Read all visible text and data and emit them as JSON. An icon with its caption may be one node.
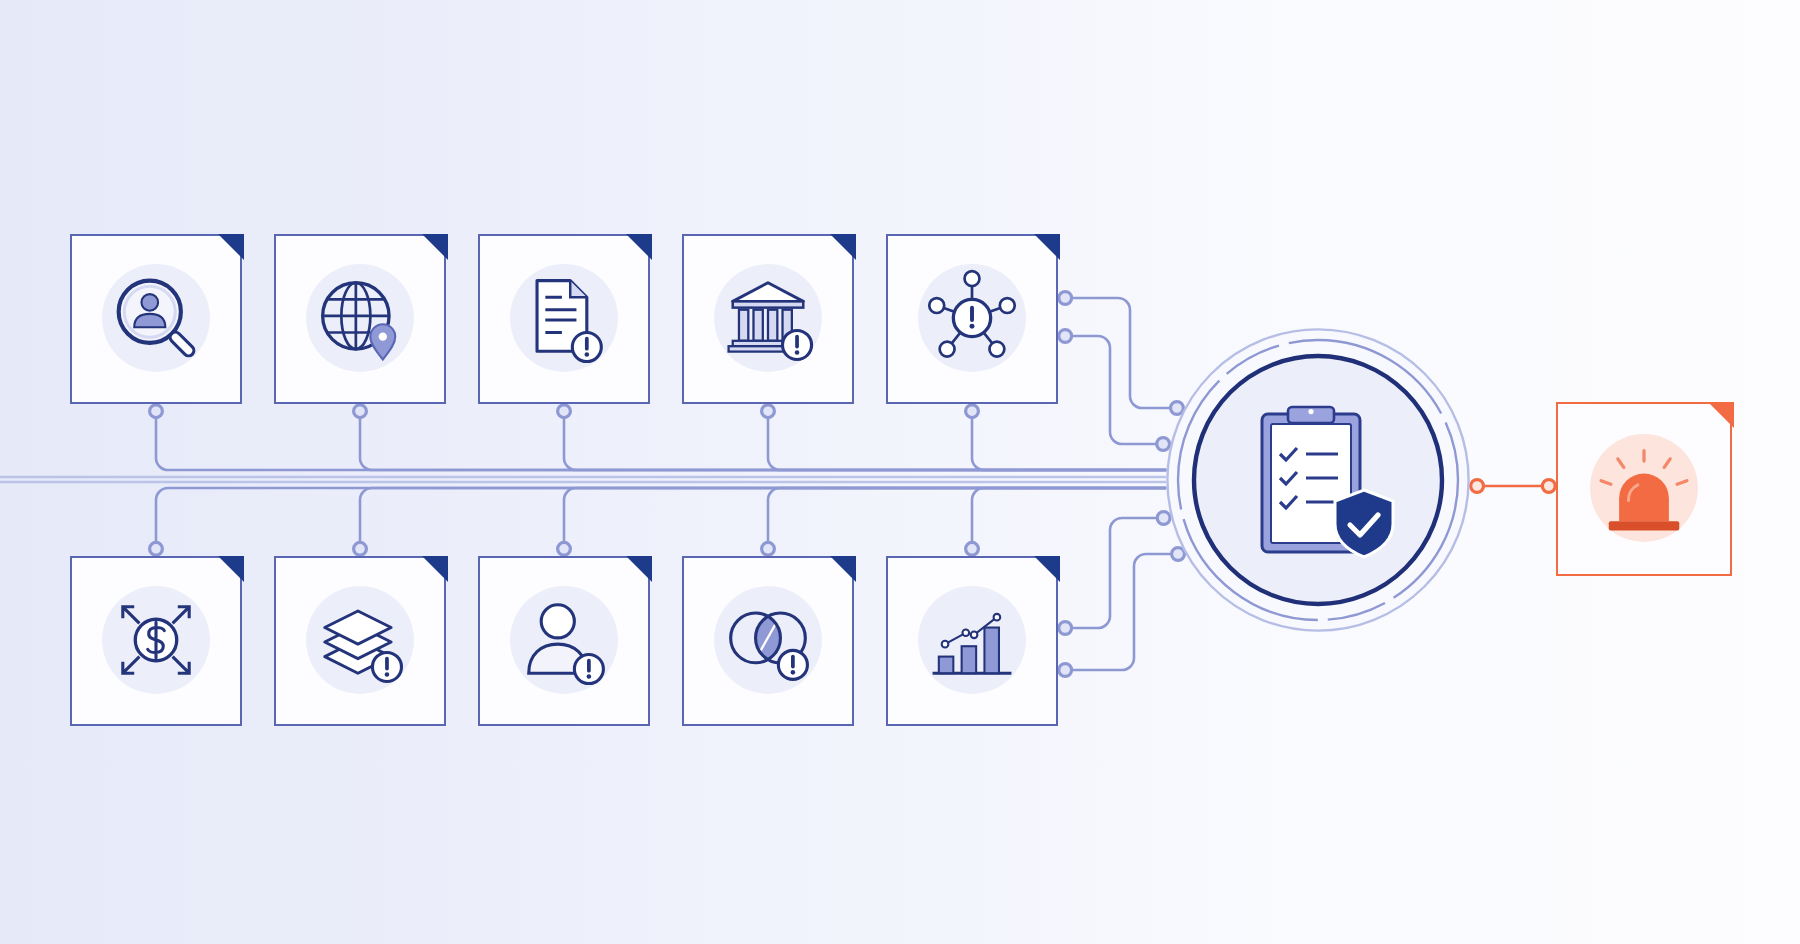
{
  "diagram": {
    "nodes": [
      {
        "text": [],
        "shape": "box"
      },
      {
        "text": [],
        "shape": "box"
      },
      {
        "text": [],
        "shape": "box"
      },
      {
        "text": [],
        "shape": "box"
      },
      {
        "text": [],
        "shape": "box"
      },
      {
        "text": [],
        "shape": "box"
      },
      {
        "text": [],
        "shape": "box"
      },
      {
        "text": [],
        "shape": "box"
      },
      {
        "text": [],
        "shape": "box"
      },
      {
        "text": [],
        "shape": "box"
      },
      {
        "text": [],
        "shape": "circle"
      },
      {
        "text": [],
        "shape": "box"
      }
    ],
    "edges": [
      {
        "from": 0,
        "to": 10,
        "arrow": "other"
      },
      {
        "from": 1,
        "to": 10,
        "arrow": "other"
      },
      {
        "from": 2,
        "to": 10,
        "arrow": "other"
      },
      {
        "from": 3,
        "to": 10,
        "arrow": "other"
      },
      {
        "from": 4,
        "to": 10,
        "arrow": "other"
      },
      {
        "from": 4,
        "to": 10,
        "arrow": "other"
      },
      {
        "from": 4,
        "to": 10,
        "arrow": "other"
      },
      {
        "from": 5,
        "to": 10,
        "arrow": "other"
      },
      {
        "from": 6,
        "to": 10,
        "arrow": "other"
      },
      {
        "from": 7,
        "to": 10,
        "arrow": "other"
      },
      {
        "from": 8,
        "to": 10,
        "arrow": "other"
      },
      {
        "from": 9,
        "to": 10,
        "arrow": "other"
      },
      {
        "from": 9,
        "to": 10,
        "arrow": "other"
      },
      {
        "from": 9,
        "to": 10,
        "arrow": "other"
      },
      {
        "from": 10,
        "to": 11,
        "arrow": "other",
        "color": "#f26b43"
      },
      {
        "from": null,
        "to": 10,
        "arrow": "none",
        "color": "#bcc3e8"
      },
      {
        "from": null,
        "to": 10,
        "arrow": "none",
        "color": "#bcc3e8"
      }
    ]
  }
}
